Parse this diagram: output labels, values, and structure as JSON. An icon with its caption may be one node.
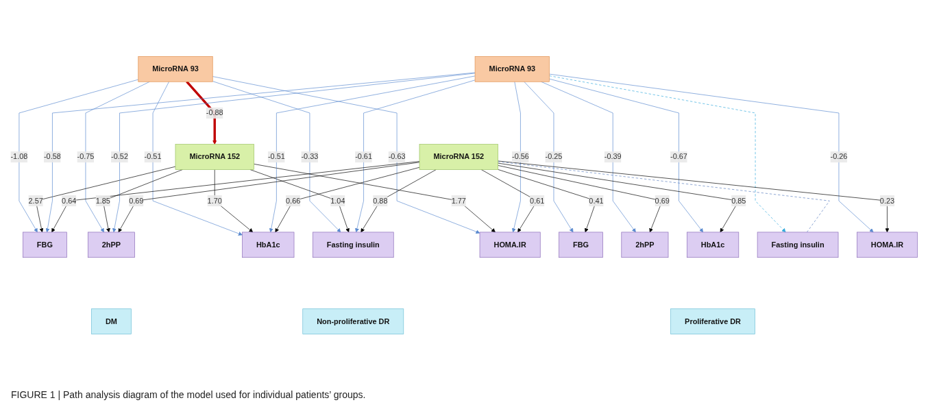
{
  "diagram": {
    "caption": "FIGURE 1 | Path analysis diagram of the model used for individual patients’ groups.",
    "nodes": [
      {
        "text": [
          "MicroRNA 93"
        ]
      },
      {
        "text": [
          "MicroRNA 152"
        ]
      },
      {
        "text": [
          "FBG"
        ]
      },
      {
        "text": [
          "2hPP"
        ]
      },
      {
        "text": [
          "HbA1c"
        ]
      },
      {
        "text": [
          "Fasting insulin"
        ]
      },
      {
        "text": [
          "HOMA.IR"
        ]
      },
      {
        "text": [
          "MicroRNA 93"
        ]
      },
      {
        "text": [
          "MicroRNA 152"
        ]
      },
      {
        "text": [
          "FBG"
        ]
      },
      {
        "text": [
          "2hPP"
        ]
      },
      {
        "text": [
          "HbA1c"
        ]
      },
      {
        "text": [
          "Fasting insulin"
        ]
      },
      {
        "text": [
          "HOMA.IR"
        ]
      },
      {
        "text": [
          "DM"
        ]
      },
      {
        "text": [
          "Non-proliferative DR"
        ]
      },
      {
        "text": [
          "Proliferative DR"
        ]
      }
    ],
    "edges": [
      {
        "from": 0,
        "to": 2,
        "arrow": "to",
        "label": "-1.08",
        "color": "#5b8bd0"
      },
      {
        "from": 0,
        "to": 3,
        "arrow": "to",
        "label": "-0.75",
        "color": "#5b8bd0"
      },
      {
        "from": 0,
        "to": 4,
        "arrow": "to",
        "label": "-0.51",
        "color": "#5b8bd0"
      },
      {
        "from": 0,
        "to": 5,
        "arrow": "to",
        "label": "-0.33",
        "color": "#5b8bd0"
      },
      {
        "from": 0,
        "to": 6,
        "arrow": "to",
        "label": "-0.63",
        "color": "#5b8bd0"
      },
      {
        "from": 0,
        "to": 1,
        "arrow": "to",
        "label": "-0.88",
        "style": "thick",
        "color": "#c00000"
      },
      {
        "from": 1,
        "to": 2,
        "arrow": "to",
        "label": "2.57",
        "color": "#000000"
      },
      {
        "from": 1,
        "to": 3,
        "arrow": "to",
        "label": "1.85",
        "color": "#000000"
      },
      {
        "from": 1,
        "to": 4,
        "arrow": "to",
        "label": "1.70",
        "color": "#000000"
      },
      {
        "from": 1,
        "to": 5,
        "arrow": "to",
        "label": "1.04",
        "color": "#000000"
      },
      {
        "from": 1,
        "to": 6,
        "arrow": "to",
        "label": "1.77",
        "color": "#000000"
      },
      {
        "from": 7,
        "to": 2,
        "arrow": "to",
        "label": "-0.58",
        "color": "#5b8bd0"
      },
      {
        "from": 7,
        "to": 3,
        "arrow": "to",
        "label": "-0.52",
        "color": "#5b8bd0"
      },
      {
        "from": 7,
        "to": 4,
        "arrow": "to",
        "label": "-0.51",
        "color": "#5b8bd0"
      },
      {
        "from": 7,
        "to": 5,
        "arrow": "to",
        "label": "-0.61",
        "color": "#5b8bd0"
      },
      {
        "from": 7,
        "to": 6,
        "arrow": "to",
        "label": "-0.56",
        "color": "#5b8bd0"
      },
      {
        "from": 8,
        "to": 2,
        "arrow": "to",
        "label": "0.64",
        "color": "#000000"
      },
      {
        "from": 8,
        "to": 3,
        "arrow": "to",
        "label": "0.69",
        "color": "#000000"
      },
      {
        "from": 8,
        "to": 4,
        "arrow": "to",
        "label": "0.66",
        "color": "#000000"
      },
      {
        "from": 8,
        "to": 5,
        "arrow": "to",
        "label": "0.88",
        "color": "#000000"
      },
      {
        "from": 8,
        "to": 6,
        "arrow": "to",
        "label": "0.61",
        "color": "#000000"
      },
      {
        "from": 7,
        "to": 9,
        "arrow": "to",
        "label": "-0.25",
        "color": "#5b8bd0"
      },
      {
        "from": 7,
        "to": 10,
        "arrow": "to",
        "label": "-0.39",
        "color": "#5b8bd0"
      },
      {
        "from": 7,
        "to": 11,
        "arrow": "to",
        "label": "-0.67",
        "color": "#5b8bd0"
      },
      {
        "from": 7,
        "to": 13,
        "arrow": "to",
        "label": "-0.26",
        "color": "#5b8bd0"
      },
      {
        "from": 7,
        "to": 12,
        "arrow": "to",
        "style": "dashed",
        "color": "#33aadd"
      },
      {
        "from": 8,
        "to": 9,
        "arrow": "to",
        "label": "0.41",
        "color": "#000000"
      },
      {
        "from": 8,
        "to": 10,
        "arrow": "to",
        "label": "0.69",
        "color": "#000000"
      },
      {
        "from": 8,
        "to": 11,
        "arrow": "to",
        "label": "0.85",
        "color": "#000000"
      },
      {
        "from": 8,
        "to": 13,
        "arrow": "to",
        "label": "0.23",
        "color": "#000000"
      },
      {
        "from": 8,
        "to": 12,
        "arrow": "none",
        "style": "dashed",
        "color": "#5b7fc0"
      }
    ]
  }
}
